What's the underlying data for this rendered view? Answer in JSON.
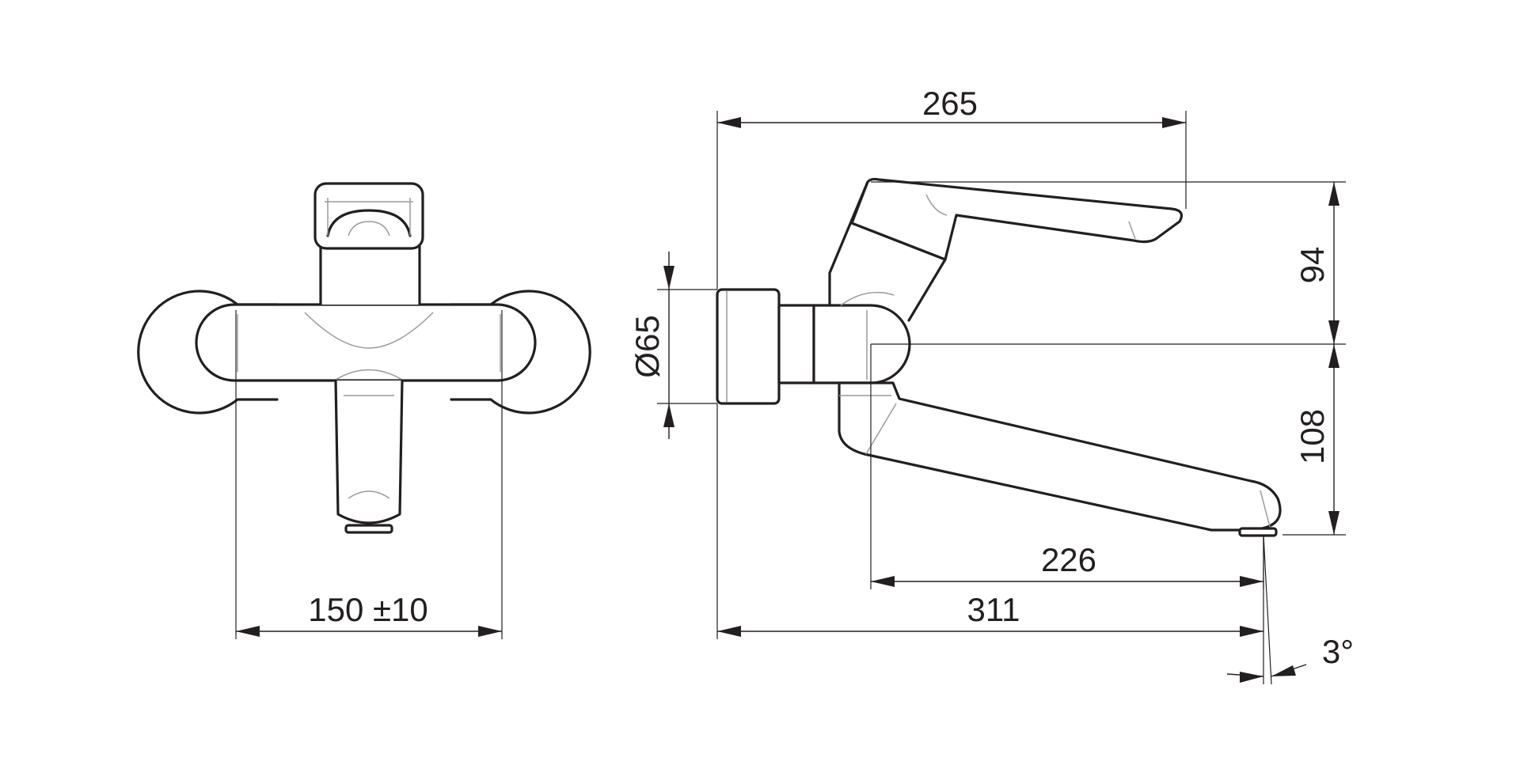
{
  "colors": {
    "line": "#231f20",
    "hidden": "#9a9a9a",
    "background": "#ffffff"
  },
  "front_view": {
    "width_dimension": "150 ±10"
  },
  "side_view": {
    "handle_reach": "265",
    "handle_height": "94",
    "body_diameter": "Ø65",
    "spout_drop": "108",
    "spout_projection": "226",
    "overall_projection": "311",
    "outlet_angle": "3°"
  }
}
